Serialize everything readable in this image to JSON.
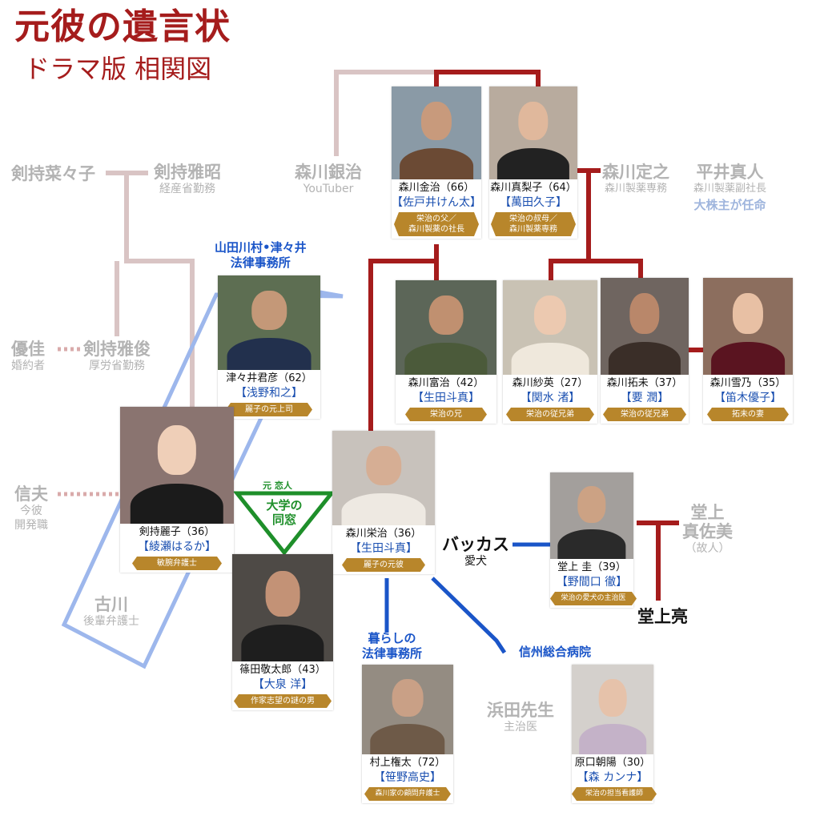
{
  "header": {
    "title": "元彼の遺言状",
    "subtitle": "ドラマ版 相関図"
  },
  "colors": {
    "title": "#a51c1c",
    "family_line": "#a51c1c",
    "side_line": "#d9c4c4",
    "blue_line": "#1a55c8",
    "badge": "#b8862b",
    "actor": "#1a4fb0",
    "green": "#1e8f2a",
    "gray_text": "#b3b3b3"
  },
  "cards": {
    "kinji": {
      "name": "森川金治（66）",
      "actor": "【佐戸井けん太】",
      "badge": "栄治の父／\n森川製薬の社長"
    },
    "mariko": {
      "name": "森川真梨子（64）",
      "actor": "【萬田久子】",
      "badge": "栄治の叔母／\n森川製薬専務"
    },
    "tomiji": {
      "name": "森川富治（42）",
      "actor": "【生田斗真】",
      "badge": "栄治の兄"
    },
    "sae": {
      "name": "森川紗英（27）",
      "actor": "【関水 渚】",
      "badge": "栄治の従兄弟"
    },
    "takumi": {
      "name": "森川拓未（37）",
      "actor": "【要 潤】",
      "badge": "栄治の従兄弟"
    },
    "yukino": {
      "name": "森川雪乃（35）",
      "actor": "【笛木優子】",
      "badge": "拓未の妻"
    },
    "tsutsui": {
      "name": "津々井君彦（62）",
      "actor": "【浅野和之】",
      "badge": "麗子の元上司"
    },
    "reiko": {
      "name": "剣持麗子（36）",
      "actor": "【綾瀬はるか】",
      "badge": "敏腕弁護士"
    },
    "eiji": {
      "name": "森川栄治（36）",
      "actor": "【生田斗真】",
      "badge": "麗子の元彼"
    },
    "shinoda": {
      "name": "篠田敬太郎（43）",
      "actor": "【大泉 洋】",
      "badge": "作家志望の謎の男"
    },
    "dougami": {
      "name": "堂上 圭（39）",
      "actor": "【野間口 徹】",
      "badge": "栄治の愛犬の主治医"
    },
    "murakami": {
      "name": "村上権太（72）",
      "actor": "【笹野高史】",
      "badge": "森川家の顧問弁護士"
    },
    "harada": {
      "name": "原口朝陽（30）",
      "actor": "【森 カンナ】",
      "badge": "栄治の担当看護師"
    }
  },
  "side_people": {
    "nanako": {
      "name": "剣持菜々子"
    },
    "masaaki": {
      "name": "剣持雅昭",
      "role": "経産省勤務"
    },
    "ginji": {
      "name": "森川銀治",
      "role": "YouTuber"
    },
    "sadayuki": {
      "name": "森川定之",
      "role": "森川製薬専務"
    },
    "hirai": {
      "name": "平井真人",
      "role": "森川製薬副社長",
      "note": "大株主が任命"
    },
    "yuka": {
      "name": "優佳",
      "role": "婚約者"
    },
    "masatoshi": {
      "name": "剣持雅俊",
      "role": "厚労省勤務"
    },
    "nobuo": {
      "name": "信夫",
      "role": "今彼\n開発職"
    },
    "furukawa": {
      "name": "古川",
      "role": "後輩弁護士"
    },
    "masami": {
      "name": "堂上\n真佐美",
      "role": "（故人）"
    },
    "hamada": {
      "name": "浜田先生",
      "role": "主治医"
    }
  },
  "labels": {
    "firm1": "山田川村•津々井\n法律事務所",
    "firm2": "暮らしの\n法律事務所",
    "hospital": "信州総合病院",
    "ex_lover": "元 恋人",
    "university": "大学の\n同窓",
    "bacchus": "バッカス",
    "bacchus_role": "愛犬",
    "ryo": "堂上亮"
  }
}
